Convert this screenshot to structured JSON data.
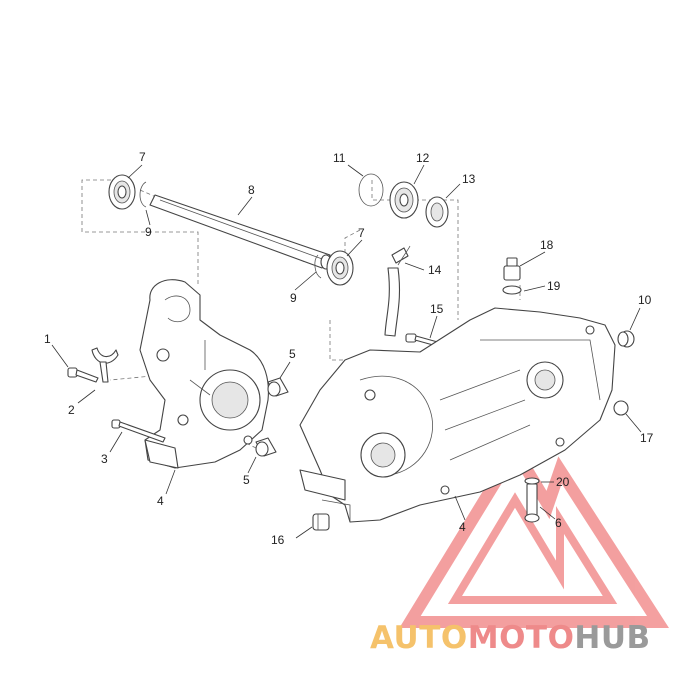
{
  "callouts": [
    {
      "id": "c1",
      "label": "1"
    },
    {
      "id": "c2",
      "label": "2"
    },
    {
      "id": "c3",
      "label": "3"
    },
    {
      "id": "c4a",
      "label": "4"
    },
    {
      "id": "c4b",
      "label": "4"
    },
    {
      "id": "c5a",
      "label": "5"
    },
    {
      "id": "c5b",
      "label": "5"
    },
    {
      "id": "c6",
      "label": "6"
    },
    {
      "id": "c7a",
      "label": "7"
    },
    {
      "id": "c7b",
      "label": "7"
    },
    {
      "id": "c8",
      "label": "8"
    },
    {
      "id": "c9a",
      "label": "9"
    },
    {
      "id": "c9b",
      "label": "9"
    },
    {
      "id": "c10",
      "label": "10"
    },
    {
      "id": "c11",
      "label": "11"
    },
    {
      "id": "c12",
      "label": "12"
    },
    {
      "id": "c13",
      "label": "13"
    },
    {
      "id": "c14",
      "label": "14"
    },
    {
      "id": "c15",
      "label": "15"
    },
    {
      "id": "c16",
      "label": "16"
    },
    {
      "id": "c17",
      "label": "17"
    },
    {
      "id": "c18",
      "label": "18"
    },
    {
      "id": "c19",
      "label": "19"
    },
    {
      "id": "c20",
      "label": "20"
    }
  ],
  "watermark": {
    "part1": "AUTO",
    "part2": "MOTO",
    "part3": "HUB",
    "color_part1": "#f5c26b",
    "color_part2": "#ee8a8a",
    "color_part3": "#9a9a9a",
    "triangle_color": "#f08080"
  }
}
